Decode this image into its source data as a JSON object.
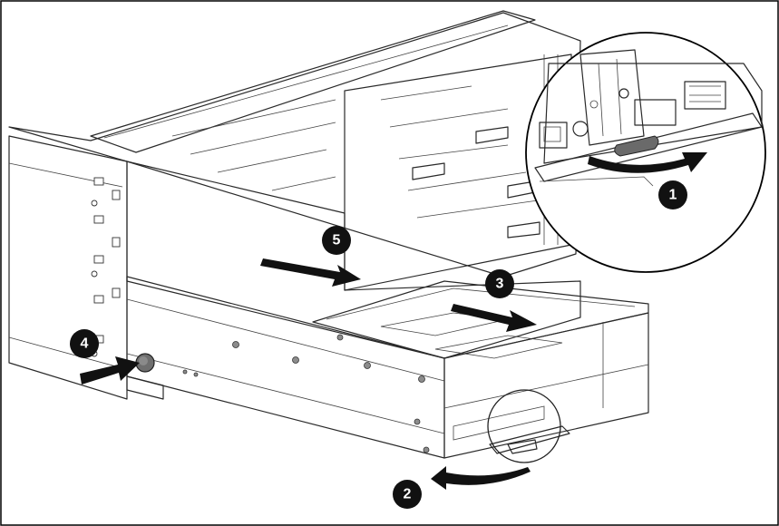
{
  "callouts": [
    {
      "id": "step-1",
      "label": "1"
    },
    {
      "id": "step-2",
      "label": "2"
    },
    {
      "id": "step-3",
      "label": "3"
    },
    {
      "id": "step-4",
      "label": "4"
    },
    {
      "id": "step-5",
      "label": "5"
    }
  ],
  "colors": {
    "border": "#000000",
    "callout_fill": "#111111",
    "arrow_fill": "#111111",
    "chassis_fill": "#f4f4f4",
    "panel_fill": "#b4b4b4",
    "panel_dark": "#9e9e9e",
    "magnifier_fill": "#ffffff"
  }
}
